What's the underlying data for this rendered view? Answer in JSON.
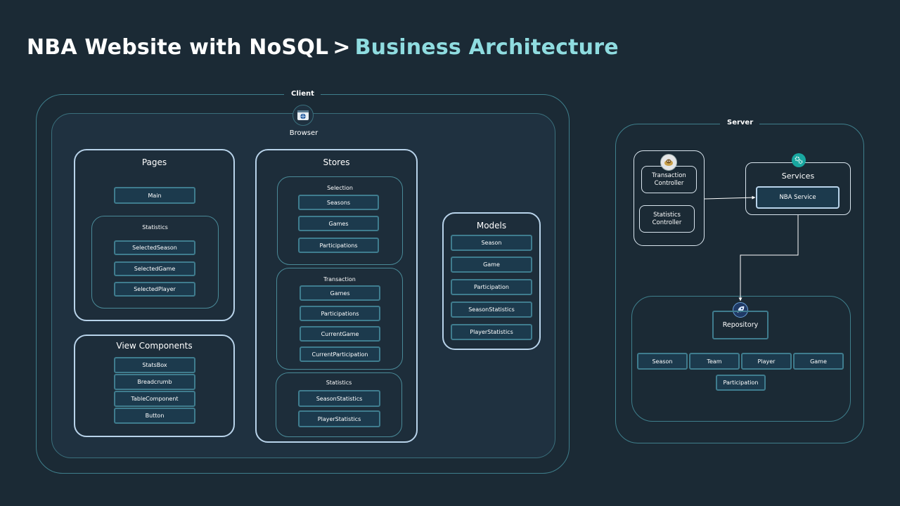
{
  "header": {
    "breadcrumb": "NBA Website with NoSQL",
    "separator": ">",
    "current": "Business Architecture"
  },
  "client": {
    "label": "Client",
    "browser_label": "Browser",
    "pages": {
      "title": "Pages",
      "main": "Main",
      "statistics": {
        "title": "Statistics",
        "items": [
          "SelectedSeason",
          "SelectedGame",
          "SelectedPlayer"
        ]
      }
    },
    "view_components": {
      "title": "View Components",
      "items": [
        "StatsBox",
        "Breadcrumb",
        "TableComponent",
        "Button"
      ]
    },
    "stores": {
      "title": "Stores",
      "selection": {
        "title": "Selection",
        "items": [
          "Seasons",
          "Games",
          "Participations"
        ]
      },
      "transaction": {
        "title": "Transaction",
        "items": [
          "Games",
          "Participations",
          "CurrentGame",
          "CurrentParticipation"
        ]
      },
      "statistics": {
        "title": "Statistics",
        "items": [
          "SeasonStatistics",
          "PlayerStatistics"
        ]
      }
    },
    "models": {
      "title": "Models",
      "items": [
        "Season",
        "Game",
        "Participation",
        "SeasonStatistics",
        "PlayerStatistics"
      ]
    }
  },
  "server": {
    "label": "Server",
    "controllers": [
      "Transaction Controller",
      "Statistics Controller"
    ],
    "services": {
      "title": "Services",
      "item": "NBA Service"
    },
    "repository": {
      "title": "Repository",
      "items": [
        "Season",
        "Team",
        "Player",
        "Game",
        "Participation"
      ]
    }
  },
  "colors": {
    "background": "#1b2a35",
    "accent": "#8fdce0",
    "border": "#b8d3ea",
    "box_fill": "#1c3a4d"
  }
}
